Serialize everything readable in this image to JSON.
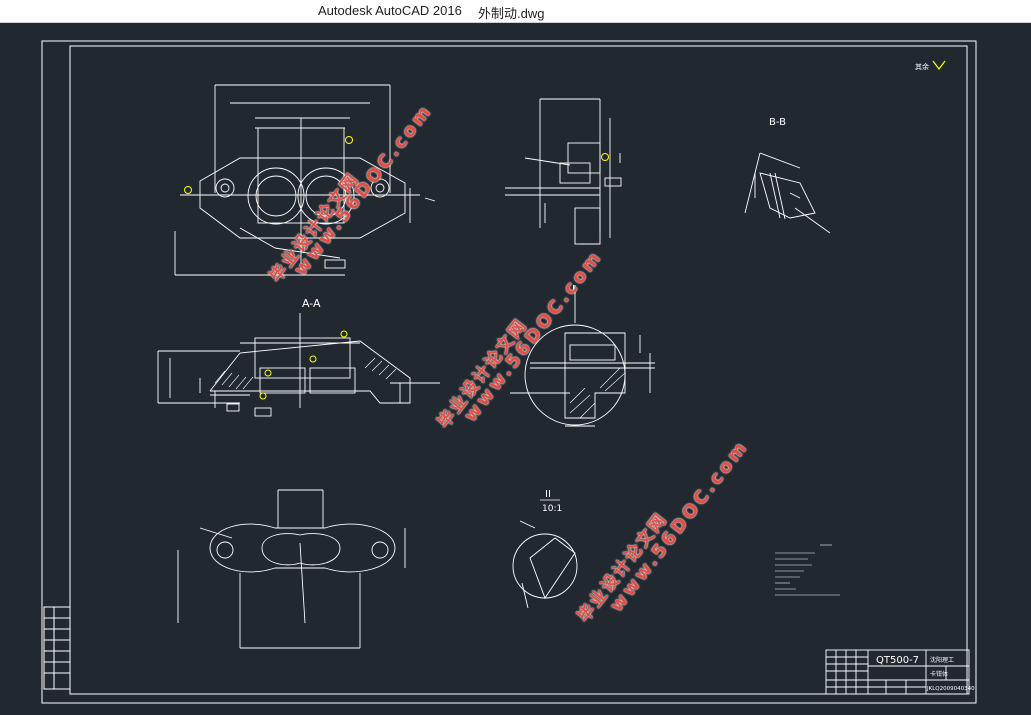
{
  "window": {
    "app_title": "Autodesk AutoCAD 2016",
    "file_name": "外制动.dwg"
  },
  "drawing": {
    "section_aa": "A-A",
    "section_bb": "B-B",
    "detail_i": "I",
    "detail_ii": "II",
    "detail_ii_scale": "10:1",
    "roughness_note": "其余",
    "title_block": {
      "material": "QT500-7",
      "company": "沈阳理工",
      "part_name": "卡钳体",
      "drawing_number": "JKLQ2009040340"
    }
  },
  "watermark": {
    "text_cn": "毕业设计论文网",
    "text_url": "www.56DOC.com",
    "color": "#dc281e"
  },
  "colors": {
    "background": "#212830",
    "line": "#ffffff",
    "highlight": "#ffff00"
  }
}
